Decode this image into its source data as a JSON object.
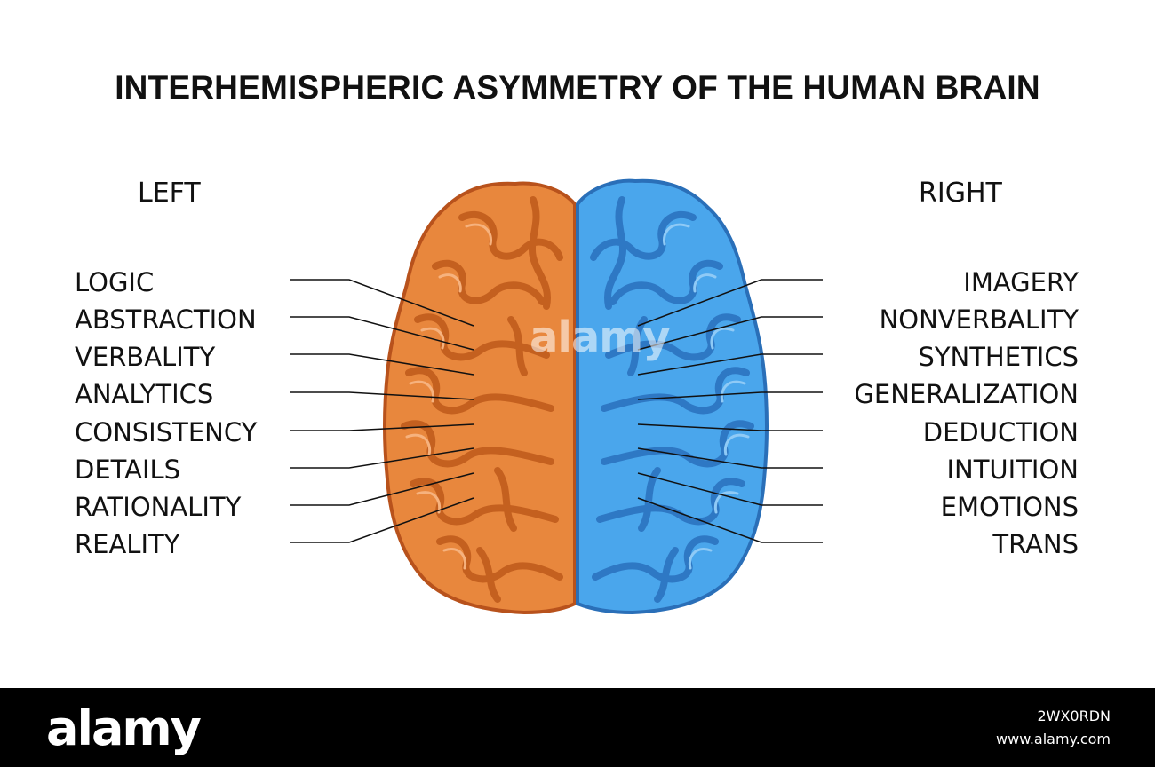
{
  "title": "INTERHEMISPHERIC ASYMMETRY OF THE HUMAN BRAIN",
  "left": {
    "heading": "LEFT",
    "labels": [
      "LOGIC",
      "ABSTRACTION",
      "VERBALITY",
      "ANALYTICS",
      "CONSISTENCY",
      "DETAILS",
      "RATIONALITY",
      "REALITY"
    ],
    "color": "#e8873d"
  },
  "right": {
    "heading": "RIGHT",
    "labels": [
      "IMAGERY",
      "NONVERBALITY",
      "SYNTHETICS",
      "GENERALIZATION",
      "DEDUCTION",
      "INTUITION",
      "EMOTIONS",
      "TRANS"
    ],
    "color": "#4aa6ec"
  },
  "watermark": "alamy",
  "footer": {
    "logo": "alamy",
    "image_id": "2WX0RDN",
    "url": "www.alamy.com"
  }
}
